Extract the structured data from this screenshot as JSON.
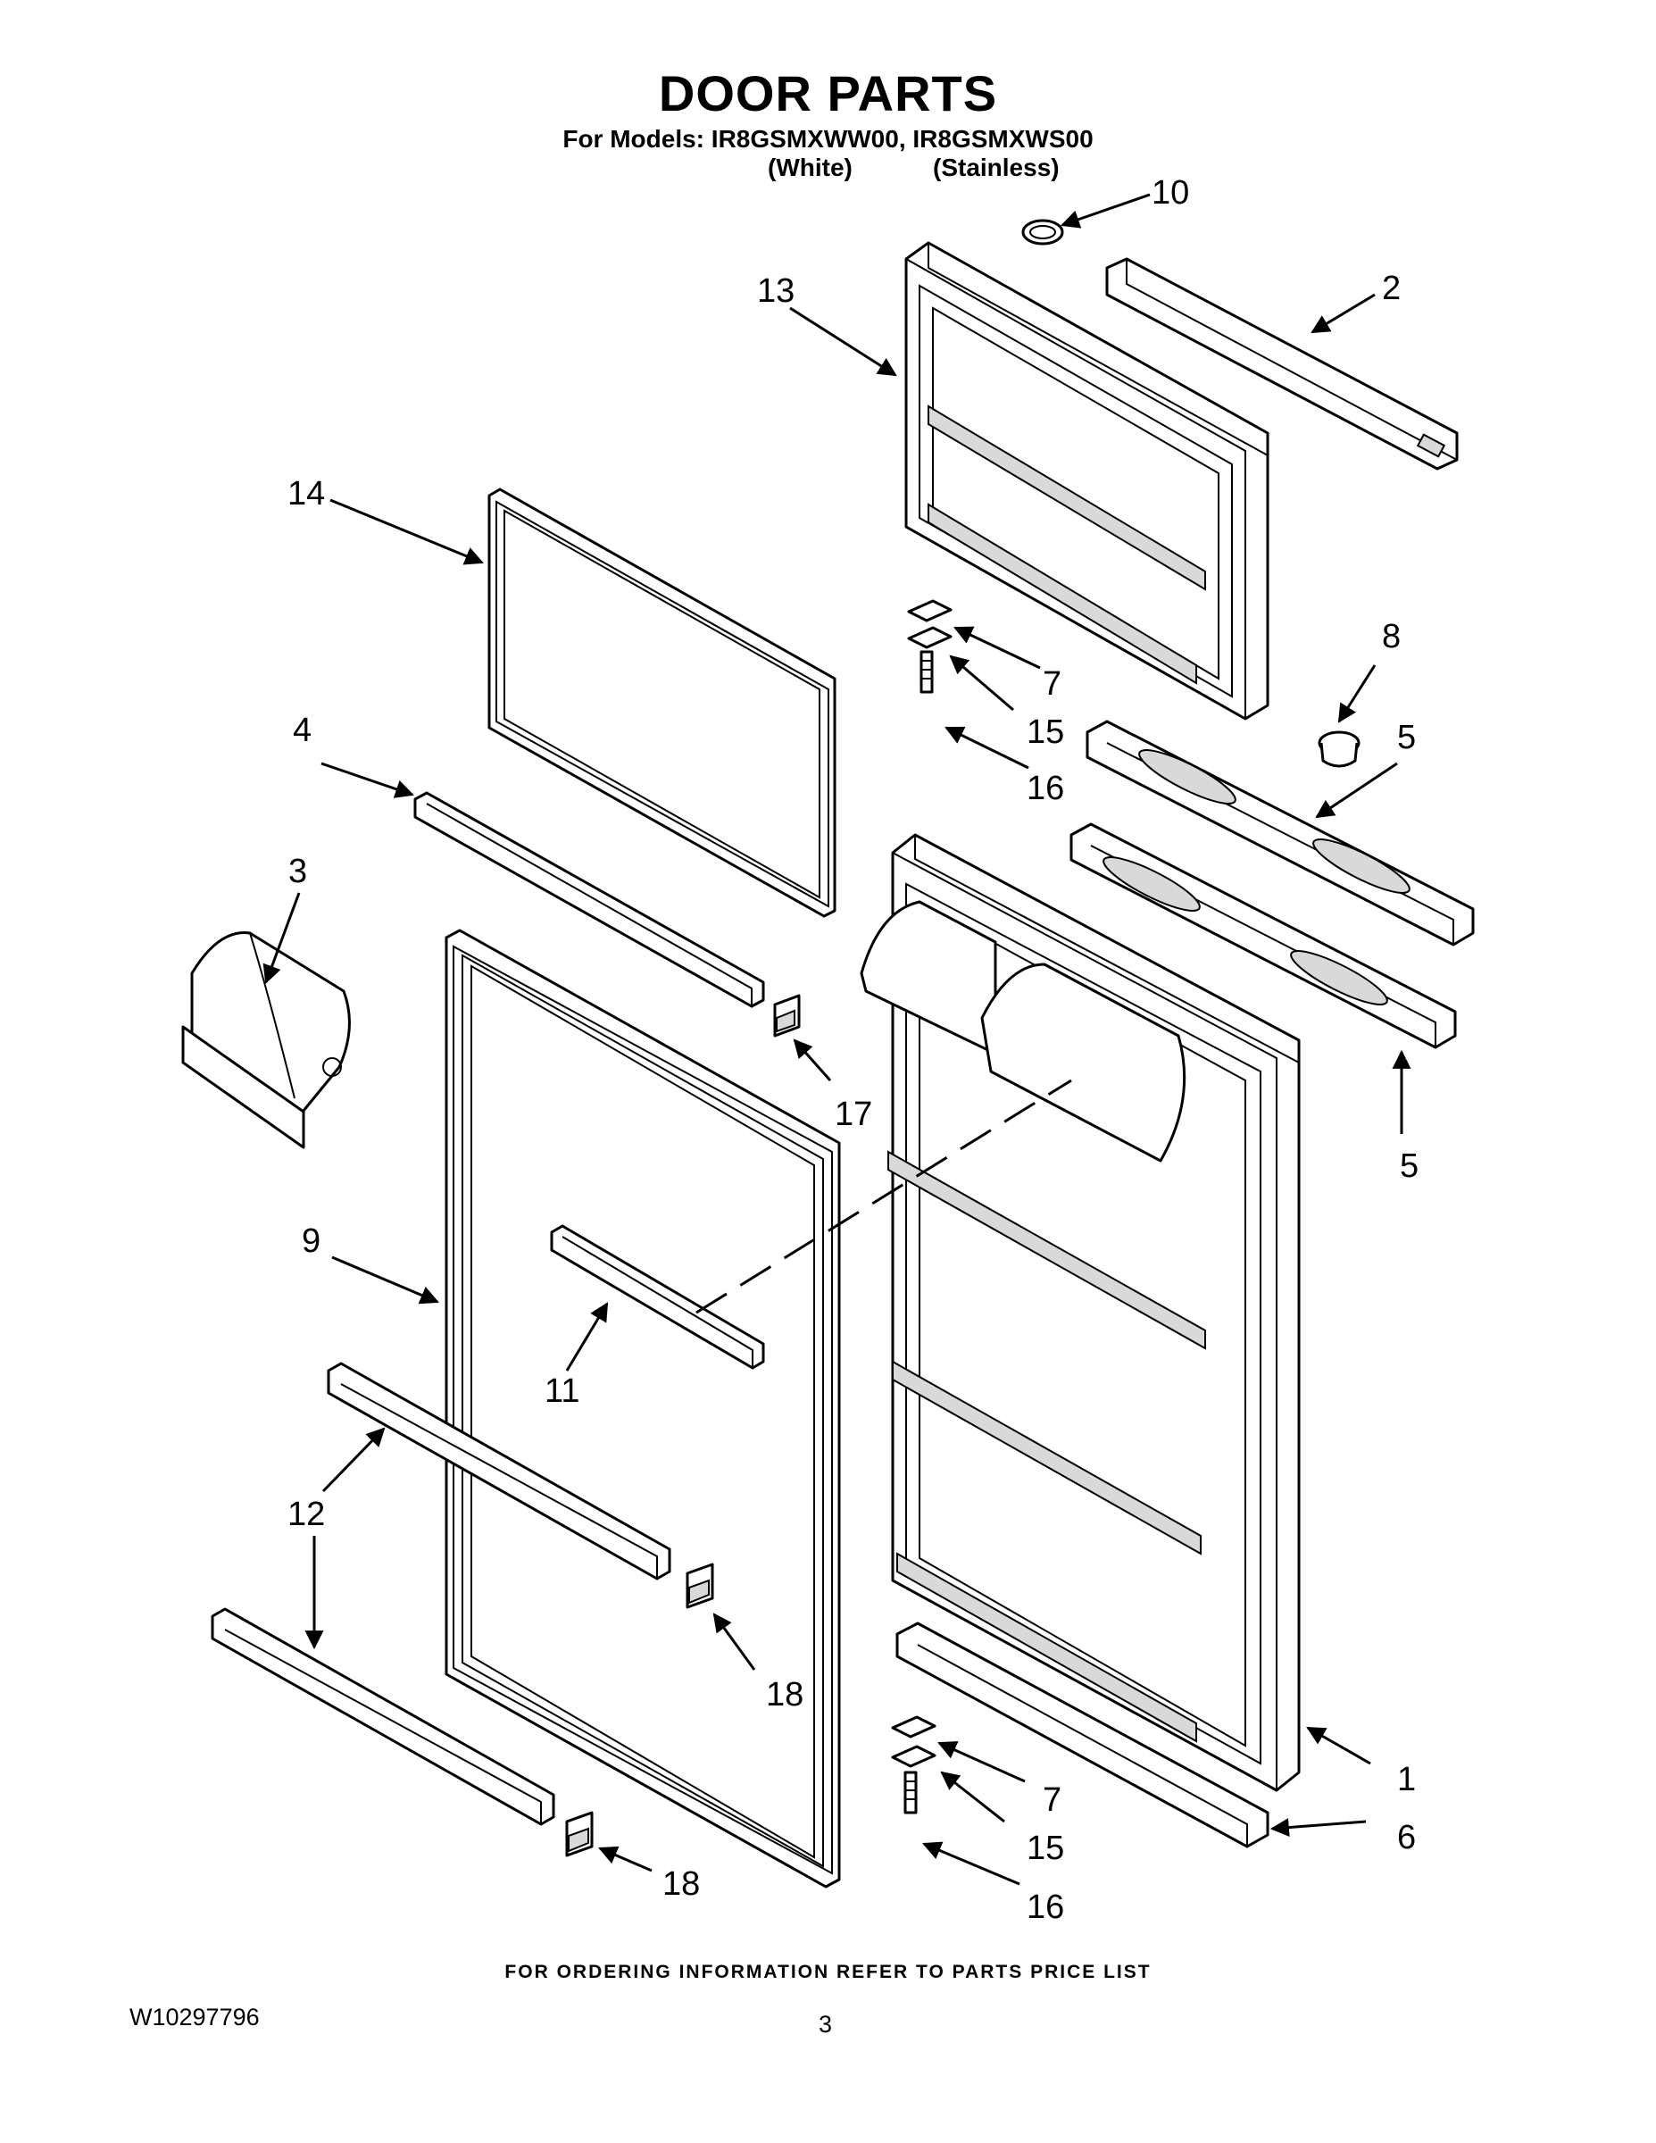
{
  "header": {
    "title": "DOOR PARTS",
    "models_line": "For Models: IR8GSMXWW00, IR8GSMXWS00",
    "variant_white": "(White)",
    "variant_stainless": "(Stainless)"
  },
  "callouts": {
    "c1": "1",
    "c2": "2",
    "c3": "3",
    "c4": "4",
    "c5a": "5",
    "c5b": "5",
    "c6": "6",
    "c7a": "7",
    "c7b": "7",
    "c8": "8",
    "c9": "9",
    "c10": "10",
    "c11": "11",
    "c12": "12",
    "c13": "13",
    "c14": "14",
    "c15a": "15",
    "c15b": "15",
    "c16a": "16",
    "c16b": "16",
    "c17": "17",
    "c18a": "18",
    "c18b": "18"
  },
  "footer": {
    "ordering_note": "FOR ORDERING INFORMATION REFER TO PARTS PRICE LIST",
    "doc_number": "W10297796",
    "page_number": "3"
  }
}
